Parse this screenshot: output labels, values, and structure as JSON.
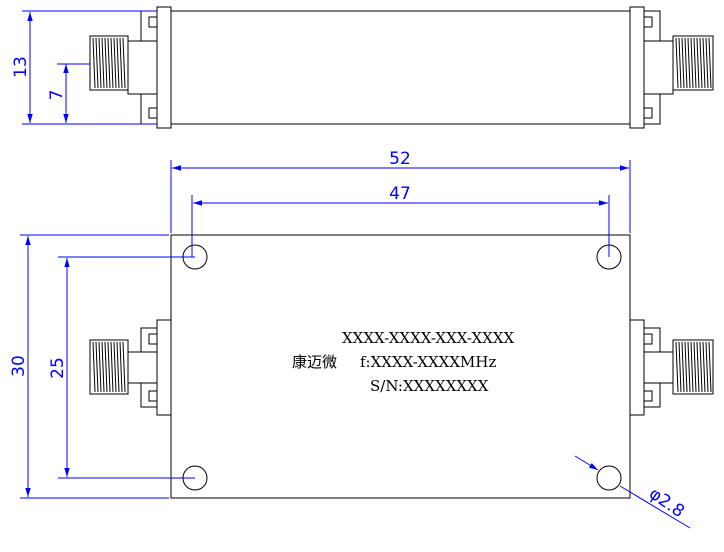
{
  "colors": {
    "outline": "#000000",
    "dimension": "#0000ff",
    "background": "#ffffff"
  },
  "side_view": {
    "height_dim": "13",
    "connector_center_dim": "7"
  },
  "top_view": {
    "width_overall_dim": "52",
    "hole_spacing_x_dim": "47",
    "height_overall_dim": "30",
    "hole_spacing_y_dim": "25",
    "hole_diameter_dim": "φ2.8"
  },
  "label": {
    "model": "XXXX-XXXX-XXX-XXXX",
    "brand": "康迈微",
    "frequency": "f:XXXX-XXXXMHz",
    "serial": "S/N:XXXXXXXX"
  }
}
